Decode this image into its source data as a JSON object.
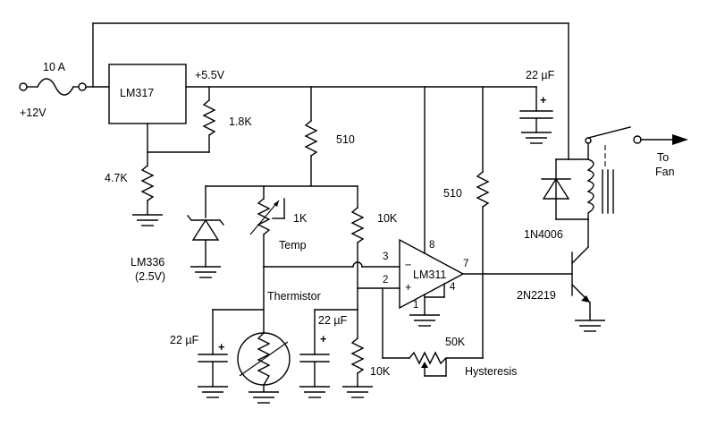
{
  "labels": {
    "fuse": "10 A",
    "supply": "+12V",
    "regulator": "LM317",
    "rail": "+5.5V",
    "r_1k8": "1.8K",
    "r_4k7": "4.7K",
    "r_510_top": "510",
    "r_510_right": "510",
    "pot_1k": "1K",
    "pot_temp": "Temp",
    "r_10k_upper": "10K",
    "r_10k_lower": "10K",
    "ref": "LM336",
    "ref_v": "(2.5V)",
    "thermistor": "Thermistor",
    "cap_22_left": "22 µF",
    "cap_22_mid": "22 µF",
    "cap_22_top": "22 µF",
    "opamp": "LM311",
    "pin3": "3",
    "pin2": "2",
    "pin8": "8",
    "pin7": "7",
    "pin4": "4",
    "pin1": "1",
    "pot_50k": "50K",
    "hysteresis": "Hysteresis",
    "diode": "1N4006",
    "transistor": "2N2219",
    "to": "To",
    "fan": "Fan",
    "minus": "−",
    "plus": "+"
  }
}
